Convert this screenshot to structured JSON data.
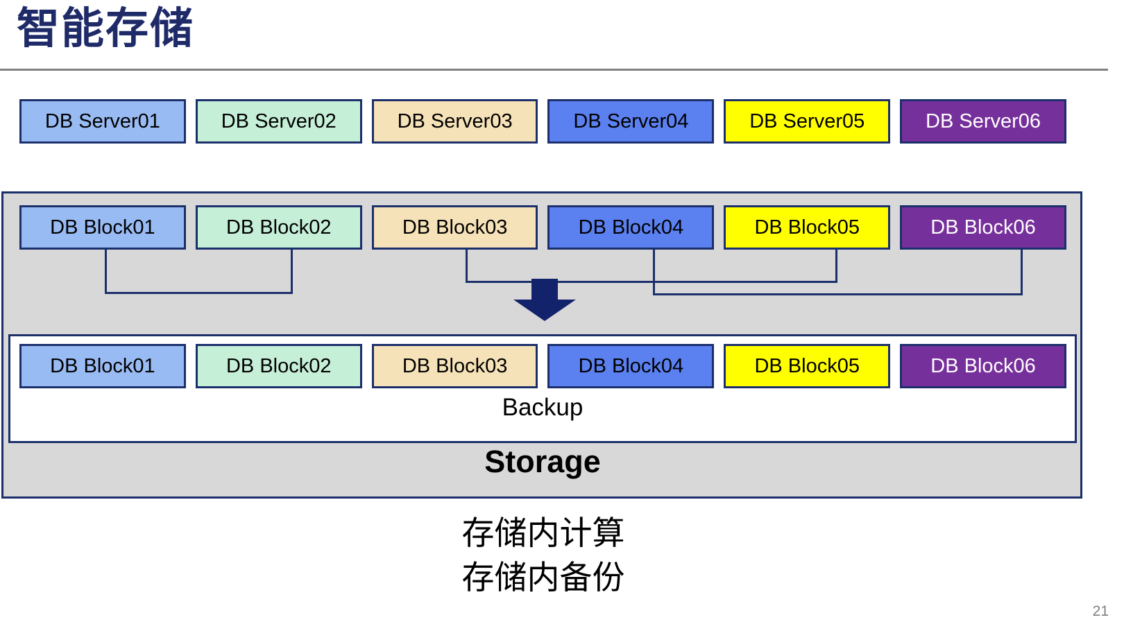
{
  "title": "智能存储",
  "servers": [
    "DB Server01",
    "DB Server02",
    "DB Server03",
    "DB Server04",
    "DB Server05",
    "DB Server06"
  ],
  "storage": {
    "blocks": [
      "DB Block01",
      "DB Block02",
      "DB Block03",
      "DB Block04",
      "DB Block05",
      "DB Block06"
    ],
    "backup_blocks": [
      "DB Block01",
      "DB Block02",
      "DB Block03",
      "DB Block04",
      "DB Block05",
      "DB Block06"
    ],
    "backup_label": "Backup",
    "label": "Storage",
    "block_pairings": [
      [
        "DB Block01",
        "DB Block02"
      ],
      [
        "DB Block03",
        "DB Block05"
      ],
      [
        "DB Block04",
        "DB Block06"
      ]
    ]
  },
  "caption": {
    "line1": "存储内计算",
    "line2": "存储内备份"
  },
  "page_number": "21",
  "colors": {
    "box_fills": [
      "#99BBF3",
      "#C6EFD8",
      "#F6E2B8",
      "#5B80F0",
      "#FFFF00",
      "#76309B"
    ],
    "box_text": [
      "#000000",
      "#000000",
      "#000000",
      "#000000",
      "#000000",
      "#FFFFFF"
    ],
    "border_navy": "#1B2F6B",
    "arrow_navy": "#13236B",
    "title_navy": "#1F2A68",
    "container_gray": "#D8D8D8",
    "rule_gray": "#808080",
    "page_number_gray": "#7F7F7F"
  }
}
